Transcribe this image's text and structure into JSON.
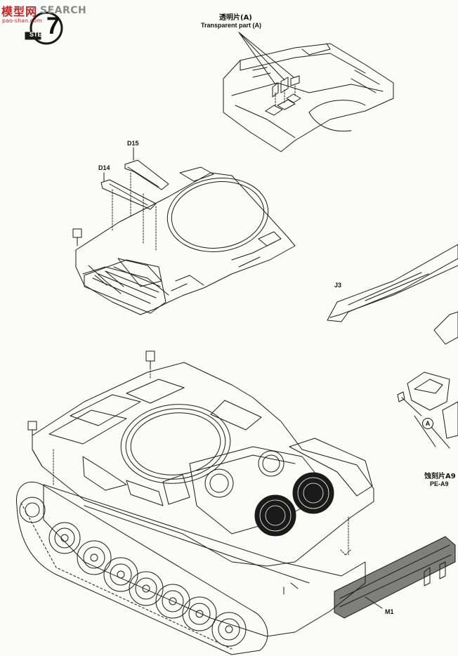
{
  "watermark": {
    "logo": "模型网",
    "brand": "SEARCH",
    "url": "pao-shan.com"
  },
  "step": {
    "label": "STEP",
    "number": "7"
  },
  "callouts": {
    "transparent_cn": "透明片(A)",
    "transparent_en": "Transparent part (A)",
    "d15": "D15",
    "d14": "D14",
    "j3": "J3",
    "marker_a": "A",
    "pe_cn": "蚀刻片A9",
    "pe_en": "PE-A9",
    "m1": "M1"
  },
  "colors": {
    "ink": "#1a1a1a",
    "paper": "#fbfbf9",
    "watermark_red": "#c62828",
    "watermark_gray": "#8a8a8a"
  }
}
